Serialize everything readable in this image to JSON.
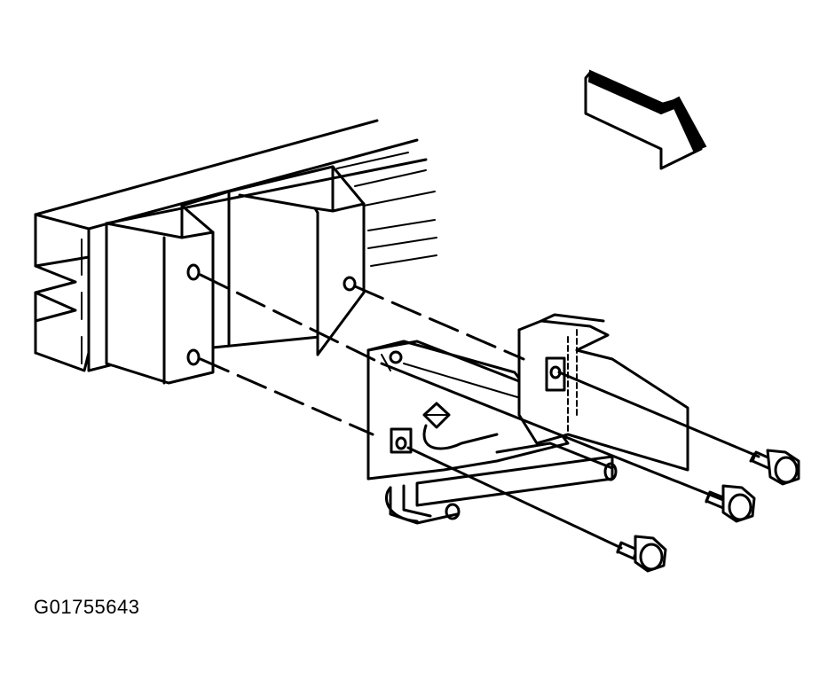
{
  "figure": {
    "id_label": "G01755643"
  },
  "colors": {
    "ink": "#000000",
    "background": "#ffffff"
  },
  "parts": [
    "frame-rail",
    "mounting-bracket",
    "hitch-bar",
    "bolt",
    "bolt",
    "bolt",
    "direction-arrow"
  ]
}
